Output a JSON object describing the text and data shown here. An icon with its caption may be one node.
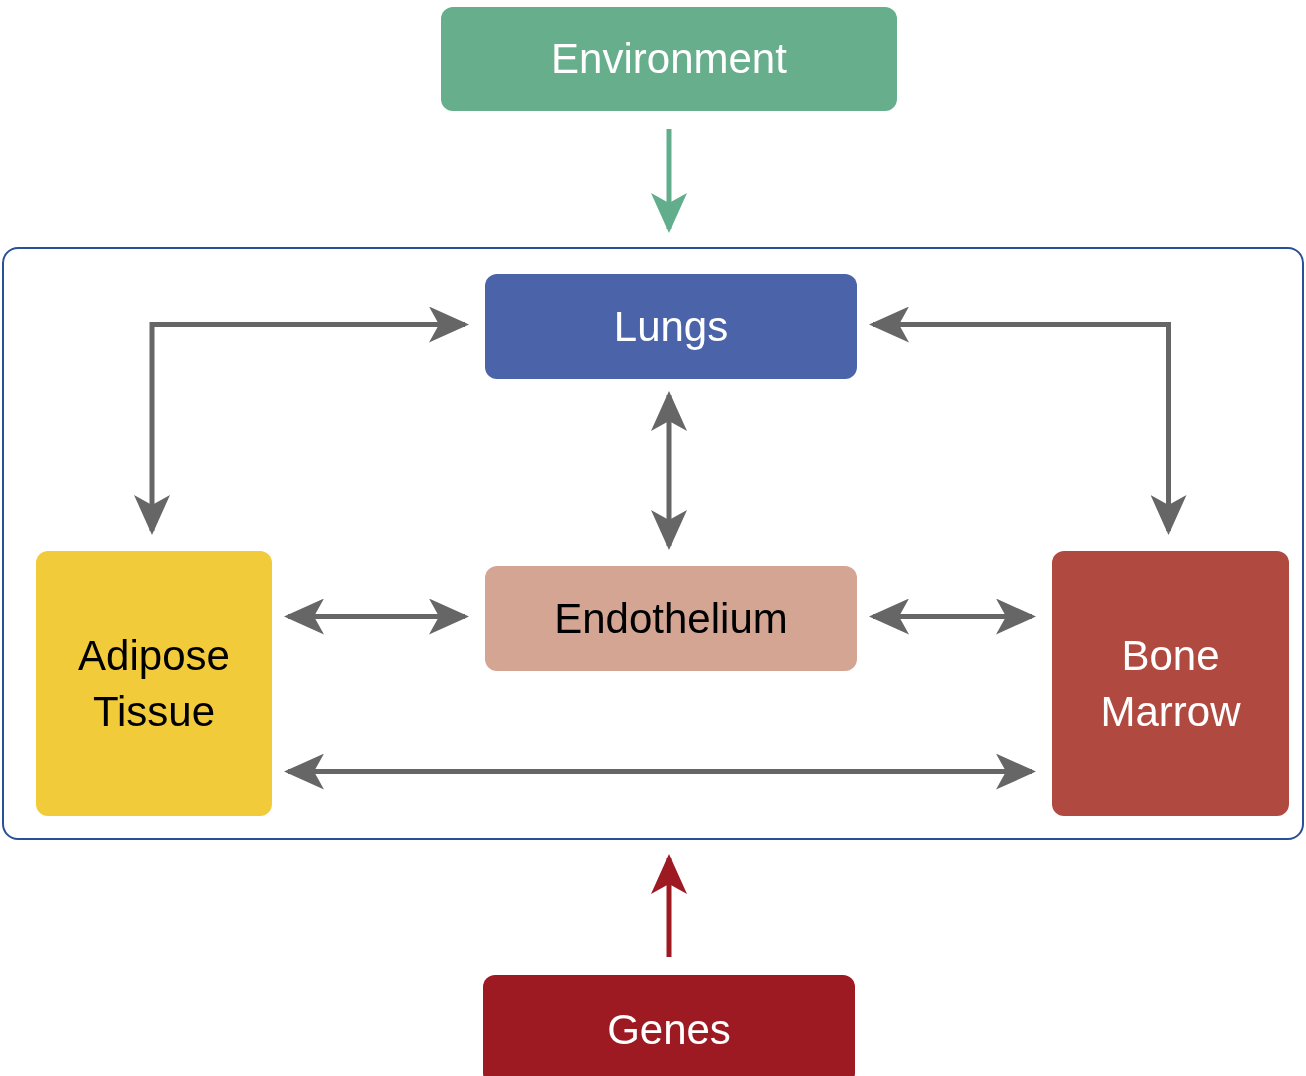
{
  "diagram": {
    "nodes": [
      {
        "text": [
          "Environment"
        ]
      },
      {
        "text": [],
        "shape": "box"
      },
      {
        "text": [
          "Lungs"
        ],
        "in": 1
      },
      {
        "text": [
          "Adipose Tissue"
        ],
        "in": 1
      },
      {
        "text": [
          "Endothelium"
        ],
        "in": 1
      },
      {
        "text": [
          "Bone Marrow"
        ],
        "in": 1
      },
      {
        "text": [
          "Genes"
        ]
      }
    ],
    "edges": [
      {
        "from": 0,
        "to": 1,
        "arrow": "to",
        "color": "#62ae8c"
      },
      {
        "from": 6,
        "to": 1,
        "arrow": "to",
        "color": "#9e1a22"
      },
      {
        "from": 2,
        "to": 3,
        "arrow": "both"
      },
      {
        "from": 2,
        "to": 4,
        "arrow": "both"
      },
      {
        "from": 2,
        "to": 5,
        "arrow": "both"
      },
      {
        "from": 3,
        "to": 4,
        "arrow": "both"
      },
      {
        "from": 4,
        "to": 5,
        "arrow": "both"
      },
      {
        "from": 3,
        "to": 5,
        "arrow": "both"
      }
    ]
  }
}
